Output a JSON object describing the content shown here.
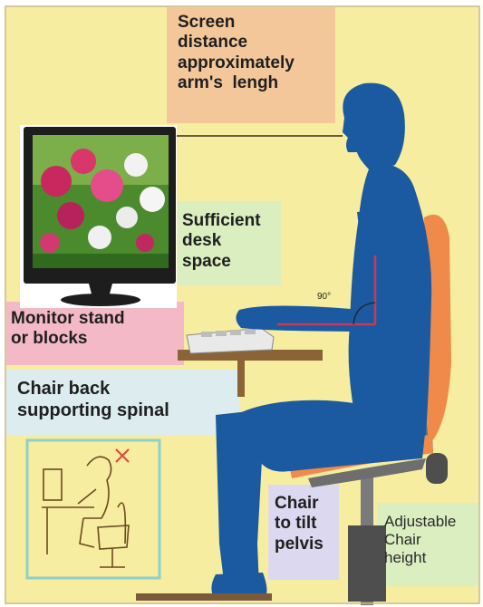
{
  "labels": {
    "screen_distance": [
      "Screen",
      "distance",
      "approximately",
      "arm's  lengh"
    ],
    "desk_space": [
      "Sufficient",
      "desk",
      "space"
    ],
    "monitor_stand": [
      "Monitor stand",
      "or blocks"
    ],
    "chair_back": [
      "Chair back",
      "supporting spinal"
    ],
    "chair_tilt": [
      "Chair",
      "to tilt",
      "pelvis"
    ],
    "chair_height": [
      "Adjustable",
      "Chair",
      "height"
    ],
    "angle": "90°"
  },
  "colors": {
    "background": "#f6eda0",
    "figure": "#1b5aa0",
    "chair_seat": "#f08a4b",
    "chair_frame": "#6e6e6e",
    "screen_distance_box": "#f4c79a",
    "desk_space_box": "#dbeec0",
    "monitor_stand_box": "#f4b9c6",
    "chair_back_box": "#dcecef",
    "chair_tilt_box": "#dcd8f0",
    "chair_height_box": "#dbeec0",
    "angle_line": "#c93a5a"
  }
}
